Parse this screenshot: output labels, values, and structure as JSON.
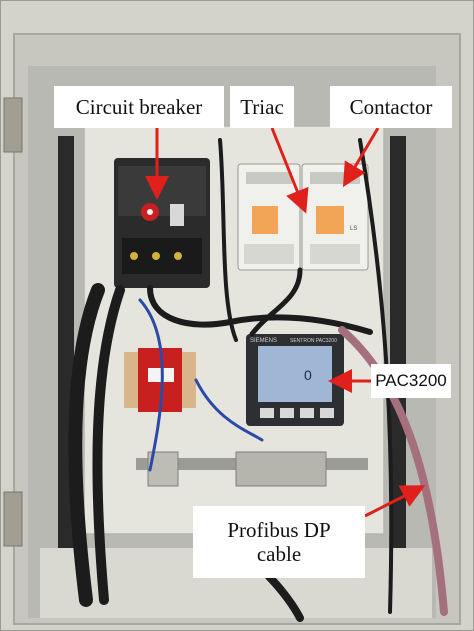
{
  "figure": {
    "labels": {
      "circuit_breaker": "Circuit breaker",
      "triac": "Triac",
      "contactor": "Contactor",
      "pac3200": "PAC3200",
      "profibus_line1": "Profibus DP",
      "profibus_line2": "cable"
    },
    "device_text": {
      "meter_brand": "SIEMENS",
      "meter_model": "SENTRON PAC3200",
      "meter_display": "0",
      "contactor_brand": "LS"
    }
  },
  "colors": {
    "callout_arrow": "#e0201b",
    "callout_background": "#ffffff",
    "enclosure": "#d3d3cb",
    "mounting_plate": "#e5e5de",
    "cable": "#1c1c1c",
    "profibus_cable": "#a5707e",
    "breaker_body": "#2b2b2b",
    "meter_screen": "#9fb7d4",
    "transformer": "#c8201f"
  }
}
